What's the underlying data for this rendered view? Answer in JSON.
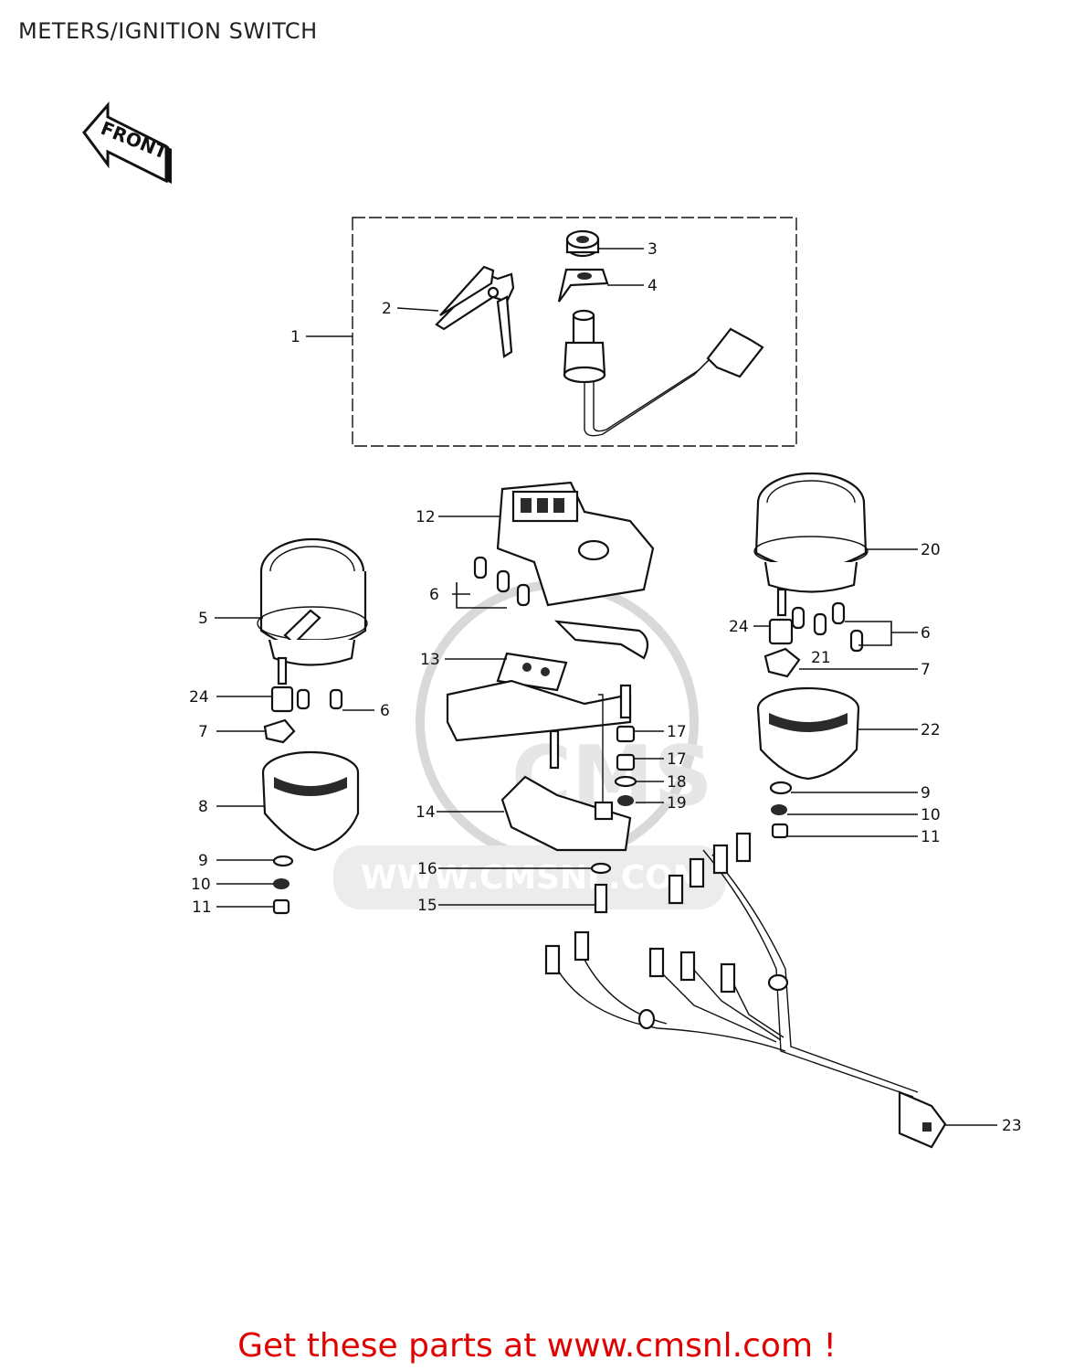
{
  "title": "METERS/IGNITION SWITCH",
  "front_arrow_label": "FRONT",
  "watermark_text": "WWW.CMSNL.COM",
  "watermark_logo_text": "CMS",
  "footer_text": "Get these parts at www.cmsnl.com !",
  "colors": {
    "footer": "#e00000",
    "lines": "#111111",
    "watermark": "#d9d9d9"
  },
  "callouts": {
    "c1": "1",
    "c2": "2",
    "c3": "3",
    "c4": "4",
    "c5": "5",
    "c6a": "6",
    "c6b": "6",
    "c6c": "6",
    "c7a": "7",
    "c7b": "7",
    "c8": "8",
    "c9a": "9",
    "c9b": "9",
    "c10a": "10",
    "c10b": "10",
    "c11a": "11",
    "c11b": "11",
    "c12": "12",
    "c13": "13",
    "c14": "14",
    "c15": "15",
    "c16": "16",
    "c17a": "17",
    "c17b": "17",
    "c18": "18",
    "c19": "19",
    "c20": "20",
    "c21": "21",
    "c22": "22",
    "c23": "23",
    "c24a": "24",
    "c24b": "24"
  }
}
